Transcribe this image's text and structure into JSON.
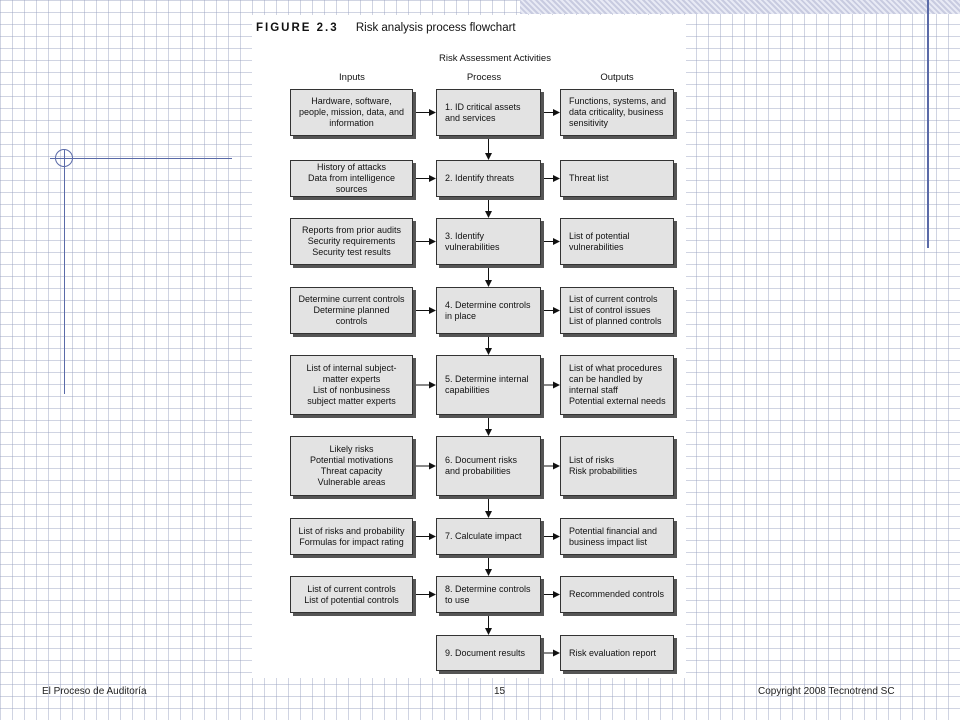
{
  "figure": {
    "label": "FIGURE 2.3",
    "caption": "Risk analysis process flowchart",
    "section_title": "Risk Assessment Activities",
    "column_headers": {
      "inputs": "Inputs",
      "process": "Process",
      "outputs": "Outputs"
    },
    "steps": [
      {
        "input": "Hardware, software,\npeople, mission, data, and\ninformation",
        "process": "1. ID critical assets\nand services",
        "output": "Functions, systems, and\ndata criticality, business\nsensitivity"
      },
      {
        "input": "History of attacks\nData from intelligence\nsources",
        "process": "2. Identify threats",
        "output": "Threat list"
      },
      {
        "input": "Reports from prior audits\nSecurity requirements\nSecurity test results",
        "process": "3. Identify\nvulnerabilities",
        "output": "List of potential\nvulnerabilities"
      },
      {
        "input": "Determine current controls\nDetermine planned controls",
        "process": "4. Determine controls\nin place",
        "output": "List of current controls\nList of control issues\nList of planned controls"
      },
      {
        "input": "List of internal subject-\nmatter experts\nList of nonbusiness\nsubject matter experts",
        "process": "5. Determine internal\ncapabilities",
        "output": "List of what procedures\ncan be handled by\ninternal staff\nPotential external needs"
      },
      {
        "input": "Likely risks\nPotential motivations\nThreat capacity\nVulnerable areas",
        "process": "6. Document risks\nand probabilities",
        "output": "List of risks\nRisk probabilities"
      },
      {
        "input": "List of risks and probability\nFormulas for impact rating",
        "process": "7. Calculate impact",
        "output": "Potential financial and\nbusiness impact list"
      },
      {
        "input": "List of current controls\nList of potential controls",
        "process": "8. Determine controls\nto use",
        "output": "Recommended controls"
      },
      {
        "input": "",
        "process": "9. Document results",
        "output": "Risk evaluation report"
      }
    ]
  },
  "footer": {
    "left": "El Proceso de Auditoría",
    "page_number": "15",
    "right": "Copyright  2008 Tecnotrend SC"
  },
  "colors": {
    "box_fill": "#e3e3e3",
    "box_border": "#333333",
    "accent_line": "#5a6aa8"
  }
}
